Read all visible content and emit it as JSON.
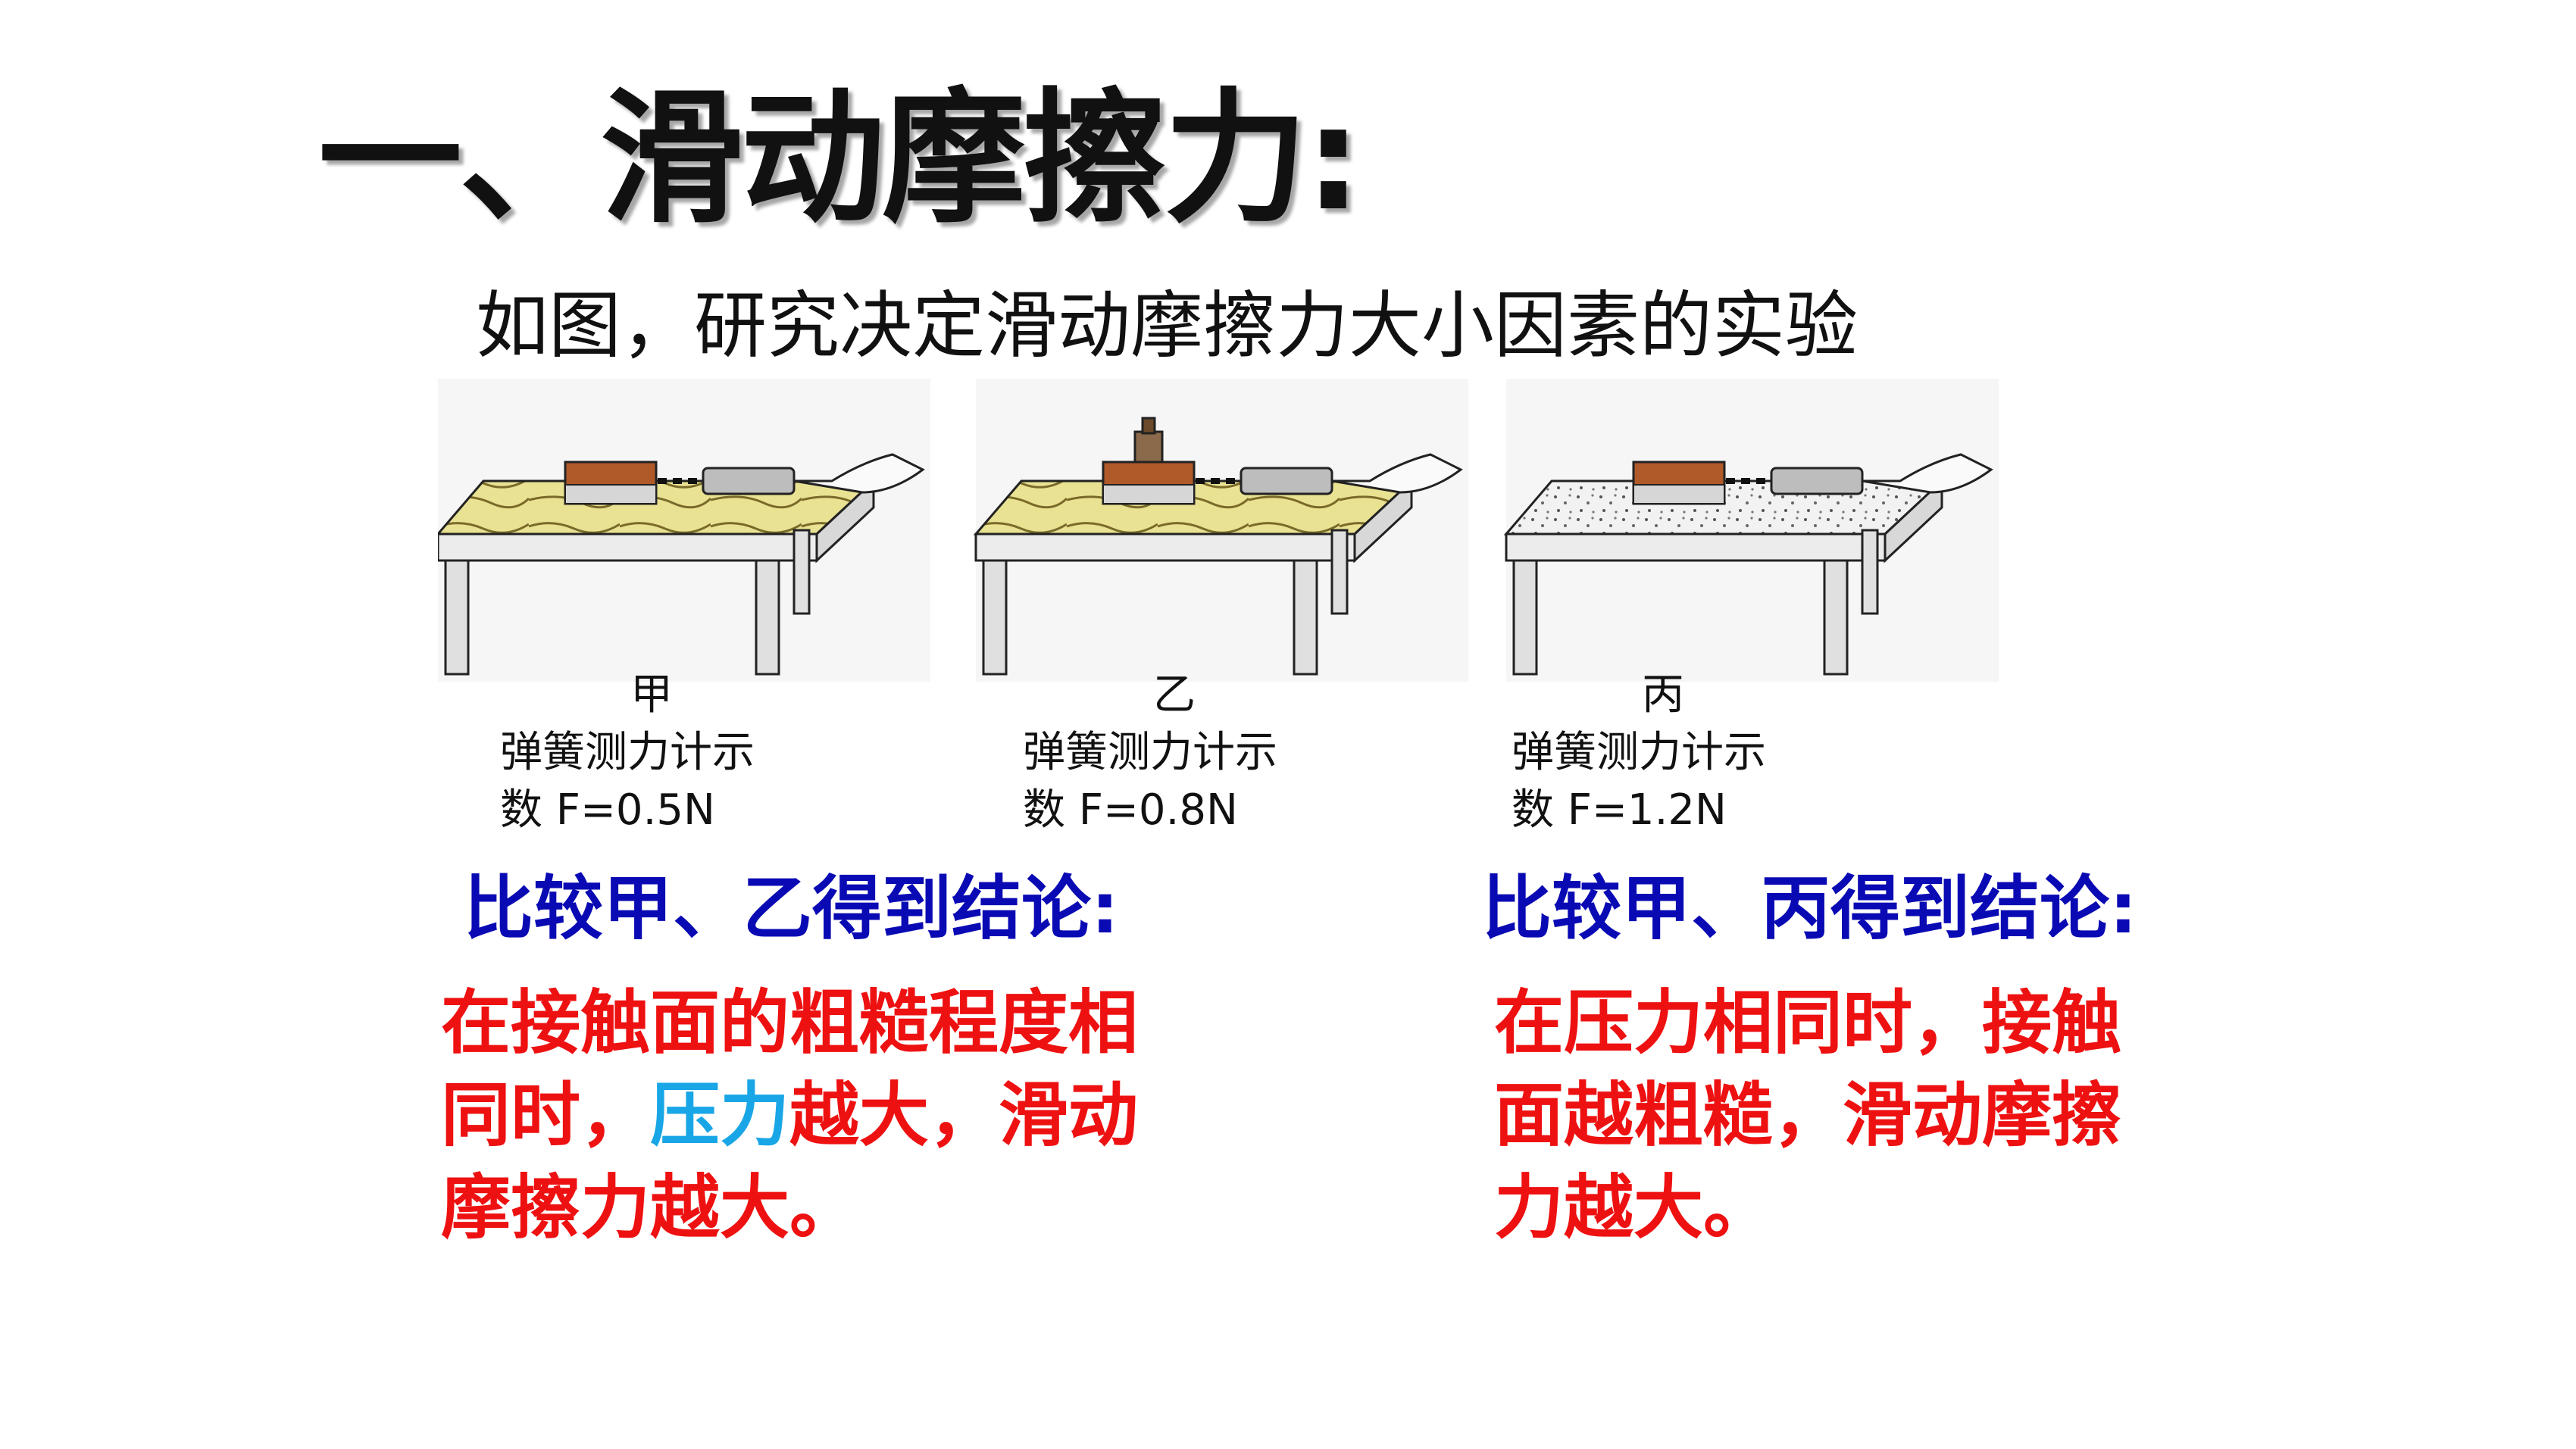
{
  "title": "一、滑动摩擦力:",
  "subtitle": "如图，研究决定滑动摩擦力大小因素的实验",
  "panels": [
    {
      "label": "甲",
      "line1": "弹簧测力计示",
      "line2": "数 F=0.5N",
      "surface": "wood",
      "weight": false
    },
    {
      "label": "乙",
      "line1": "弹簧测力计示",
      "line2": "数 F=0.8N",
      "surface": "wood",
      "weight": true
    },
    {
      "label": "丙",
      "line1": "弹簧测力计示",
      "line2": "数 F=1.2N",
      "surface": "sandpaper",
      "weight": false
    }
  ],
  "left": {
    "heading": "比较甲、乙得到结论:",
    "line1": "在接触面的粗糙程度相",
    "line2_a": "同时，",
    "line2_hl": "压力",
    "line2_b": "越大，滑动",
    "line3": "摩擦力越大。"
  },
  "right": {
    "heading": "比较甲、丙得到结论:",
    "line1": "在压力相同时，接触",
    "line2": "面越粗糙，滑动摩擦",
    "line3": "力越大。"
  },
  "colors": {
    "heading": "#0a0ab4",
    "conclusion": "#ee1111",
    "highlight": "#19a6e6",
    "wood": "#e7e08e",
    "block": "#b05a2a"
  }
}
